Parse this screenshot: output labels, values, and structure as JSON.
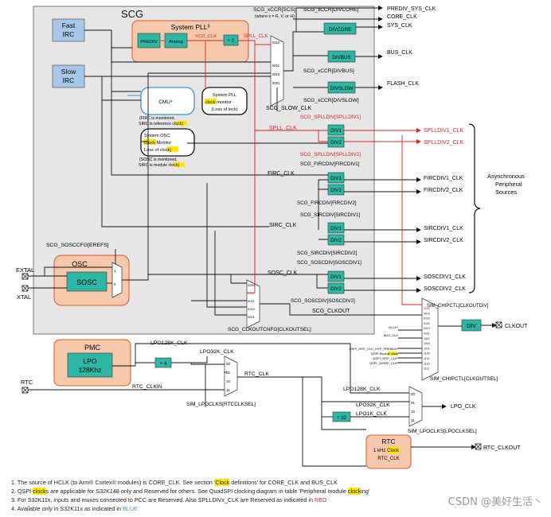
{
  "scg": {
    "title": "SCG",
    "fast_irc": [
      "Fast",
      "IRC"
    ],
    "slow_irc": [
      "Slow",
      "IRC"
    ],
    "pll_title": "System PLL³",
    "prediv": "PREDIV",
    "analog": "Analog",
    "vco_clk": "VCO_CLK",
    "div2": "÷ 2",
    "spll_clk_top": "SPLL_CLK",
    "mux_title": [
      "SCG_xCCR[SCS]",
      "(where x = R, V, or H)"
    ],
    "mux_inputs": [
      "0110",
      "0011",
      "0010",
      "0001"
    ],
    "cmu": "CMU⁴",
    "cmu_note": [
      "(FIRC is monitored,",
      "SIRC is reference ",
      "clock",
      ")"
    ],
    "pll_monitor": [
      "System PLL",
      "clock",
      " monitor",
      "(Loss of lock)"
    ],
    "osc_monitor": [
      "System OSC",
      "Clock",
      " Monitor",
      "Loss of ",
      "clock",
      ")"
    ],
    "osc_monitor_note": [
      "(SOSC is monitored,",
      "SIRC is module ",
      "clock",
      ")"
    ],
    "slow_clk": "SCG_SLOW_CLK"
  },
  "outputs_top": {
    "divcore_label": "SCG_xCCR[DIVCORE]",
    "divcore": "DIVCORE",
    "divbus": "DIVBUS",
    "divbus_label": "SCG_xCCR[DIVBUS]",
    "divslow": "DIVSLOW",
    "divslow_label": "SCG_xCCR[DIVSLOW]",
    "signals": [
      "PREDIV_SYS_CLK",
      "CORE_CLK",
      "SYS_CLK",
      "BUS_CLK",
      "FLASH_CLK"
    ]
  },
  "dividers": {
    "spll_top": "SCG_SPLLDIV[SPLLDIV1]",
    "spll_bot": "SCG_SPLLDIV[SPLLDIV2]",
    "spll_in": "SPLL_CLK",
    "firc_top": "SCG_FIRCDIV[FIRCDIV1]",
    "firc_bot": "SCG_FIRCDIV[FIRCDIV2]",
    "firc_in": "FIRC_CLK",
    "sirc_top": "SCG_SIRCDIV[SIRCDIV1]",
    "sirc_bot": "SCG_SIRCDIV[SIRCDIV2]",
    "sirc_in": "SIRC_CLK",
    "sosc_top": "SCG_SOSCDIV[SOSCDIV1]",
    "sosc_bot": "SCG_SOSCDIV[SOSCDIV2]",
    "sosc_in": "SOSC_CLK",
    "div1": "DIV1",
    "div2": "DIV2",
    "outputs": [
      "SPLLDIV1_CLK",
      "SPLLDIV2_CLK",
      "FIRCDIV1_CLK",
      "FIRCDIV2_CLK",
      "SIRCDIV1_CLK",
      "SIRCDIV2_CLK",
      "SOSCDIV1_CLK",
      "SOSCDIV2_CLK"
    ],
    "async_sources": [
      "Asynchronous",
      "Peripheral",
      "Sources"
    ]
  },
  "osc": {
    "erefs": "SCG_SOSCCFG[EREFS]",
    "title": "OSC",
    "sosc": "SOSC",
    "extal": "EXTAL",
    "xtal": "XTAL",
    "mux_inputs": [
      "1",
      "0"
    ]
  },
  "clkout": {
    "mux_inputs": [
      "0000",
      "0011",
      "0010",
      "0001",
      "0110"
    ],
    "sel_label": "SCG_CLKOUTCNFG[CLKOUTSEL]",
    "scg_clkout": "SCG_CLKOUT",
    "chip_div_label": "SIM_CHIPCTL[CLKOUTDIV]",
    "div": "DIV",
    "out": "CLKOUT",
    "chip_sel_label": "SIM_CHIPCTL[CLKOUTSEL]",
    "chip_inputs": [
      "0000",
      "0010",
      "0100",
      "0101",
      "0110",
      "0111",
      "1001",
      "1010",
      "1011",
      "1100",
      "1101",
      "1110",
      "1111"
    ],
    "chip_side": [
      "HCLK¹",
      "BUS_CLK",
      "QSPI_SFIF_CLK_HYP_PREMUX²",
      "QSPI Module ",
      "clock",
      "QSPI_SFIF_CLK²",
      "QSPI_2xSFIF_CLK²"
    ]
  },
  "pmc": {
    "title": "PMC",
    "lpo": [
      "LPO",
      "128Khz"
    ],
    "lpo128k": "LPO128K_CLK",
    "div4": "÷ 4",
    "lpo32k": "LPO32K_CLK",
    "rtc_clk": "RTC_CLK",
    "rtc_pin": "RTC",
    "rtc_clkin": "RTC_CLKIN",
    "rtc_mux_inputs": [
      "00",
      "01",
      "10",
      "11"
    ],
    "rtc_sel": "SIM_LPOCLKS[RTCCLKSEL]",
    "lpo_mux_inputs": [
      "00",
      "01",
      "10",
      "11"
    ],
    "lpo128k_b": "LPO128K_CLK",
    "lpo32k_b": "LPO32K_CLK",
    "lpo1k": "LPO1K_CLK",
    "div32": "÷ 32",
    "lpo_clk": "LPO_CLK",
    "lpo_sel": "SIM_LPOCLKS[LPOCLKSEL]",
    "rtc_block": [
      "RTC",
      "1 kHz ",
      "Clock",
      "RTC_CLK"
    ],
    "rtc_clkout": "RTC_CLKOUT"
  },
  "notes": [
    [
      "1. The source of HCLK (to Arm® Cortex® modules) is CORE_CLK. See section '",
      "Clock",
      " definitions' for CORE_CLK and BUS_CLK"
    ],
    [
      "2. QSPI ",
      "clock",
      "s are applicable for S32K148 only and Reserved for others. See QuadSPI clocking diagram in table 'Peripheral module ",
      "clock",
      "ing'"
    ],
    [
      "3. For S32K11x, inputs and muxes connected to PCC are Reserved. Also SPLLDIVx_CLK are Reserved as indicated in ",
      "RED"
    ],
    [
      "4. Available only in S32K11x as indicated in ",
      "BLUE"
    ]
  ],
  "watermark": "CSDN @美好生活丶",
  "colors": {
    "scg_bg": "#e6e6e6",
    "orange": "#f7c9ac",
    "orange_border": "#e0532c",
    "div_fill": "#2fb7a6",
    "blue_box": "#a8c7ea",
    "pll_red": "#e02020",
    "cmu_blue": "#3b8fe0",
    "highlight": "#ffe800"
  }
}
